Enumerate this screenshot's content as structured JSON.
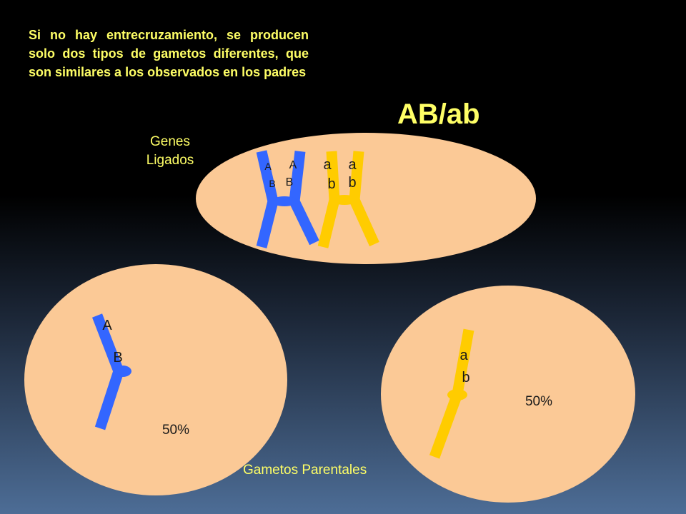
{
  "intro_text": "Si no hay entrecruzamiento, se producen solo dos tipos de gametos diferentes, que son similares a los observados en los padres",
  "genotype": "AB/ab",
  "genes_label": "Genes Ligados",
  "gametes_label": "Gametos Parentales",
  "parent_cell": {
    "blue_left": {
      "top": "A",
      "bottom": "B"
    },
    "blue_right": {
      "top": "A",
      "bottom": "B"
    },
    "yellow_left": {
      "top": "a",
      "bottom": "b"
    },
    "yellow_right": {
      "top": "a",
      "bottom": "b"
    }
  },
  "gamete_left": {
    "top": "A",
    "bottom": "B",
    "percent": "50%"
  },
  "gamete_right": {
    "top": "a",
    "bottom": "b",
    "percent": "50%"
  },
  "colors": {
    "background": "#000000",
    "text_yellow": "#ffff66",
    "cell_fill": "#fbc996",
    "chromosome_blue": "#3366ff",
    "chromosome_yellow": "#ffcc00"
  }
}
